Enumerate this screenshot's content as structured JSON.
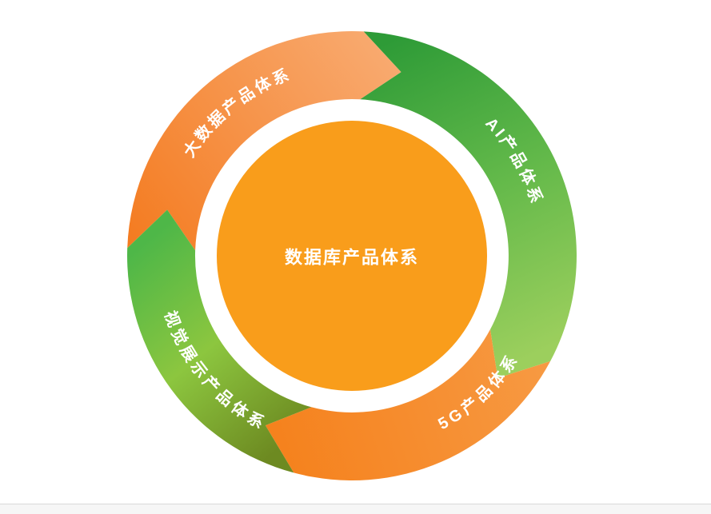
{
  "page": {
    "background": "#ffffff",
    "divider_color": "#d9d9d9",
    "footer_strip_color": "#f6f6f6"
  },
  "diagram": {
    "type": "circular-cycle",
    "center": {
      "label": "数据库产品体系",
      "fill": "#f99d1b",
      "text_color": "#ffffff"
    },
    "label_text_color": "#ffffff",
    "segments": [
      {
        "id": "big-data",
        "label": "大数据产品体系",
        "gradient": {
          "start": "#f47b20",
          "mid": "#f69247",
          "end": "#f8a96e"
        }
      },
      {
        "id": "ai",
        "label": "AI产品体系",
        "gradient": {
          "start": "#2e9b37",
          "mid": "#63b94a",
          "end": "#9ccf5d"
        }
      },
      {
        "id": "5g",
        "label": "5G产品体系",
        "gradient": {
          "start": "#f79a43",
          "mid": "#f68d2f",
          "end": "#f5811c"
        }
      },
      {
        "id": "visual-display",
        "label": "视觉展示产品体系",
        "gradient": {
          "start": "#6d8a21",
          "mid": "#8cc63f",
          "end": "#4eb748"
        }
      }
    ]
  }
}
